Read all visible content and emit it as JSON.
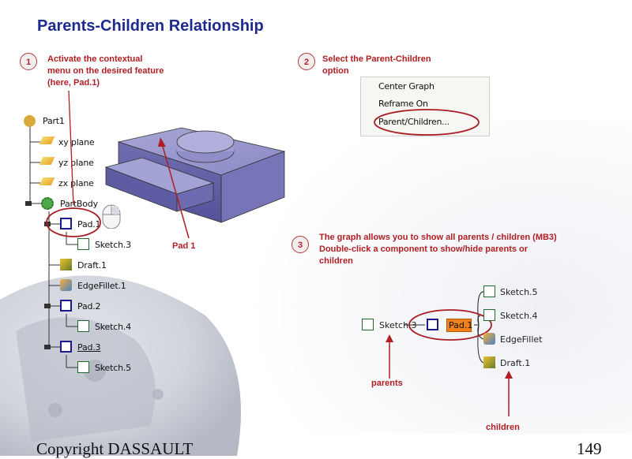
{
  "title": "Parents-Children Relationship",
  "steps": [
    {
      "num": "1",
      "text": [
        "Activate the contextual",
        "menu on the desired feature",
        "(here, Pad.1)"
      ]
    },
    {
      "num": "2",
      "text": [
        "Select  the Parent-Children",
        "option"
      ]
    },
    {
      "num": "3",
      "text": [
        "The graph allows you to show all parents / children (MB3)",
        "Double-click a component to show/hide parents or",
        "children"
      ]
    }
  ],
  "context_menu": {
    "items": [
      "Center Graph",
      "Reframe On",
      "Parent/Children..."
    ]
  },
  "tree": {
    "items": [
      "Part1",
      "xy plane",
      "yz plane",
      "zx plane",
      "PartBody",
      "Pad.1",
      "Sketch.3",
      "Draft.1",
      "EdgeFillet.1",
      "Pad.2",
      "Sketch.4",
      "Pad.3",
      "Sketch.5"
    ]
  },
  "part_label": "Pad 1",
  "graph": {
    "center": "Pad.1",
    "parent": "Sketch.3",
    "children": [
      "Sketch.5",
      "Sketch.4",
      "EdgeFillet",
      "Draft.1"
    ],
    "parents_label": "parents",
    "children_label": "children"
  },
  "footer": {
    "copyright": "Copyright DASSAULT",
    "page": "149"
  },
  "colors": {
    "title": "#1d2a8f",
    "accent": "#b01e23",
    "highlight": "#f07f1e"
  }
}
